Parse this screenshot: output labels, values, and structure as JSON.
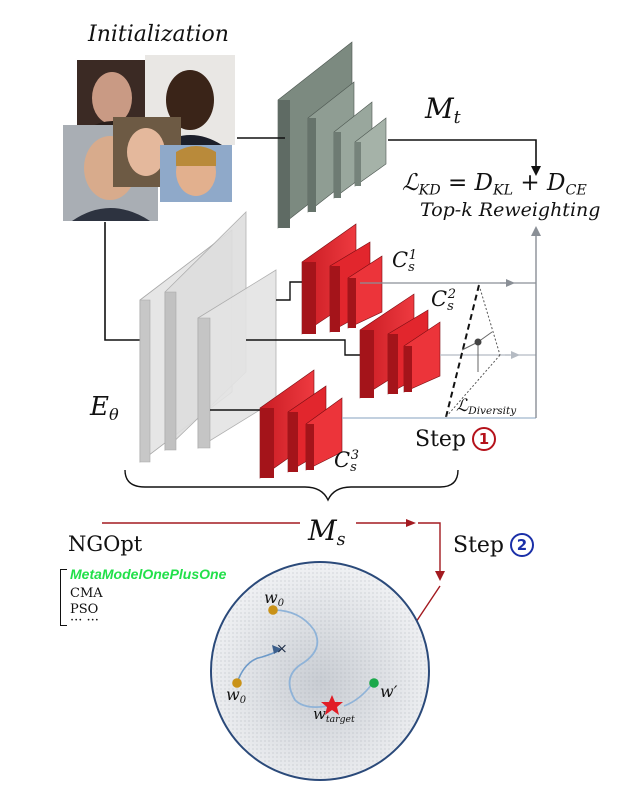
{
  "title": "Initialization",
  "teacher_label": "M",
  "teacher_sub": "t",
  "loss": {
    "lhs": "ℒ",
    "lhs_sub": "KD",
    "eq": " = D",
    "dkl_sub": "KL",
    "plus": " + D",
    "dce_sub": "CE"
  },
  "reweighting": "Top-k Reweighting",
  "classifiers": [
    {
      "letter": "C",
      "sub": "s",
      "sup": "1"
    },
    {
      "letter": "C",
      "sub": "s",
      "sup": "2"
    },
    {
      "letter": "C",
      "sub": "s",
      "sup": "3"
    }
  ],
  "encoder": {
    "letter": "E",
    "sub": "θ"
  },
  "diversity": {
    "letter": "ℒ",
    "sub": "Diversity"
  },
  "step1": {
    "text": "Step",
    "num": "1"
  },
  "student": {
    "letter": "M",
    "sub": "s"
  },
  "step2": {
    "text": "Step",
    "num": "2"
  },
  "optimizer": {
    "name": "NGOpt",
    "options": [
      "MetaModelOnePlusOne",
      "CMA",
      "PSO",
      "··· ···"
    ]
  },
  "latent": {
    "w0": "w",
    "w0_sub": "0",
    "w_prime": "w′",
    "w_target": "w",
    "w_target_sub": "target",
    "cross": "×"
  },
  "colors": {
    "classifier": "#d8262c",
    "teacher": "#7f8c84",
    "encoder": "#d9d9d9",
    "arrow_red": "#a31a20",
    "sphere_edge": "#2b4a7a",
    "point_start": "#c99218",
    "point_end": "#1aa84a"
  }
}
